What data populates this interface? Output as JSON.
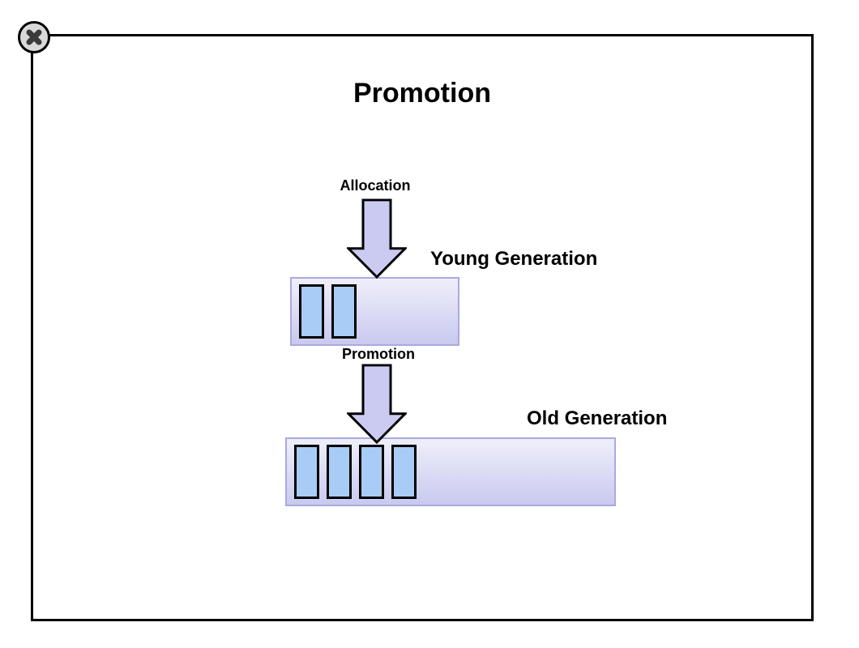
{
  "window": {
    "close_button": {
      "icon": "close-icon"
    }
  },
  "diagram": {
    "title": "Promotion",
    "flows": [
      {
        "arrow_label": "Allocation",
        "region_label": "Young Generation",
        "block_count": 2
      },
      {
        "arrow_label": "Promotion",
        "region_label": "Old Generation",
        "block_count": 4
      }
    ]
  },
  "colors": {
    "arrow_fill": "#cbcbf2",
    "region_fill_top": "#efeffb",
    "region_fill_bottom": "#c9c9ef",
    "region_border": "#a9a9e0",
    "block_fill": "#a8ccf6",
    "block_border": "#000000",
    "frame_border": "#000000",
    "close_bg": "#d9d9d9",
    "close_glyph": "#3b3b3b"
  }
}
